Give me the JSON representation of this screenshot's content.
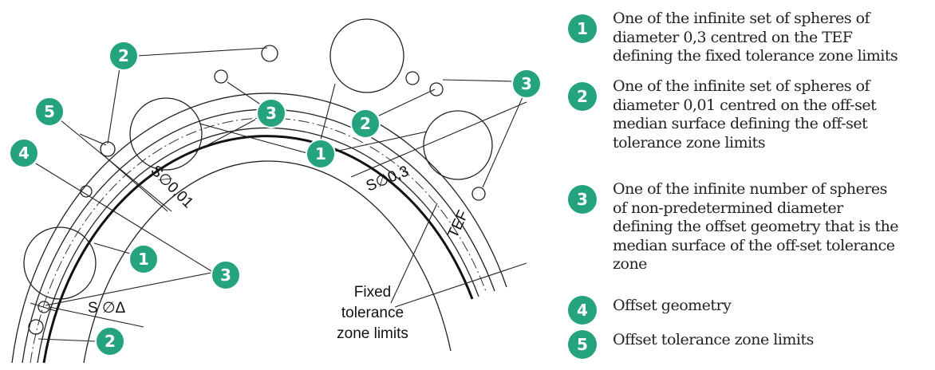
{
  "diagram": {
    "dimensions": {
      "s001": "S∅0,01",
      "s03": "S∅0,3",
      "sdelta": "S ∅Δ",
      "tef": "TEF"
    },
    "fixed_label": "Fixed\ntolerance\nzone limits",
    "callouts": [
      "2",
      "5",
      "4",
      "3",
      "1",
      "2",
      "3",
      "1",
      "3",
      "2"
    ],
    "accent": "#24a37e"
  },
  "legend": [
    {
      "num": "1",
      "text": "One of the infinite set of spheres of\ndiameter 0,3 centred on the TEF\ndefining the fixed tolerance zone limits"
    },
    {
      "num": "2",
      "text": "One of the infinite set of spheres of\ndiameter 0,01 centred on the off-set\nmedian surface defining the off-set\ntolerance zone limits"
    },
    {
      "num": "3",
      "text": "One of the infinite number of spheres\nof non-predetermined diameter\ndefining the offset geometry that is the\nmedian surface of the off-set tolerance\nzone"
    },
    {
      "num": "4",
      "text": "Offset geometry"
    },
    {
      "num": "5",
      "text": "Offset tolerance zone limits"
    }
  ]
}
